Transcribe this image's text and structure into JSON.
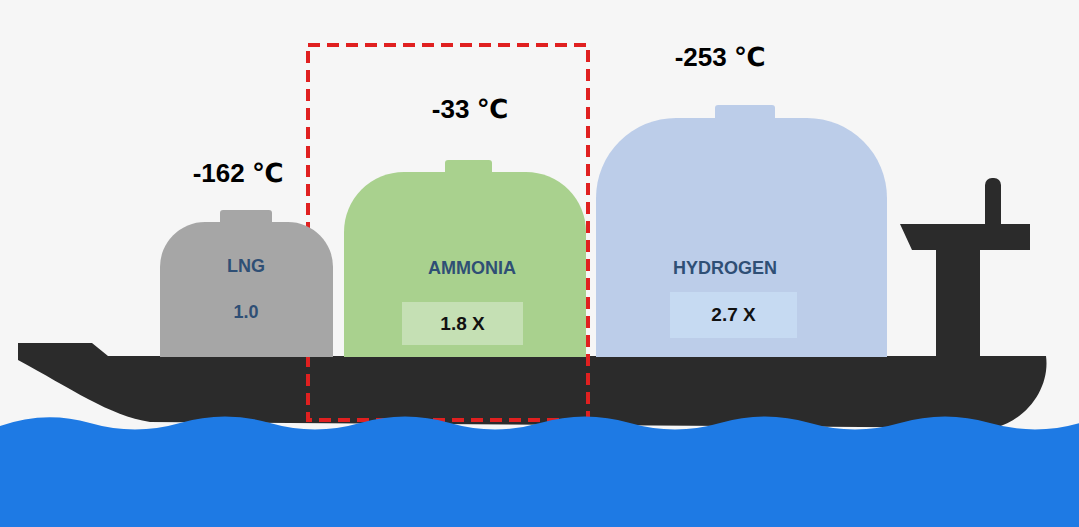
{
  "diagram": {
    "nodes": [
      {
        "text": [
          "-162 ℃",
          "LNG",
          "1.0"
        ]
      },
      {
        "text": [
          "-33 ℃",
          "AMMONIA"
        ]
      },
      {
        "text": [
          "1.8 X"
        ],
        "in": 1
      },
      {
        "text": [
          "-253 ℃",
          "HYDROGEN"
        ]
      },
      {
        "text": [
          "2.7 X"
        ],
        "in": 3
      }
    ]
  }
}
